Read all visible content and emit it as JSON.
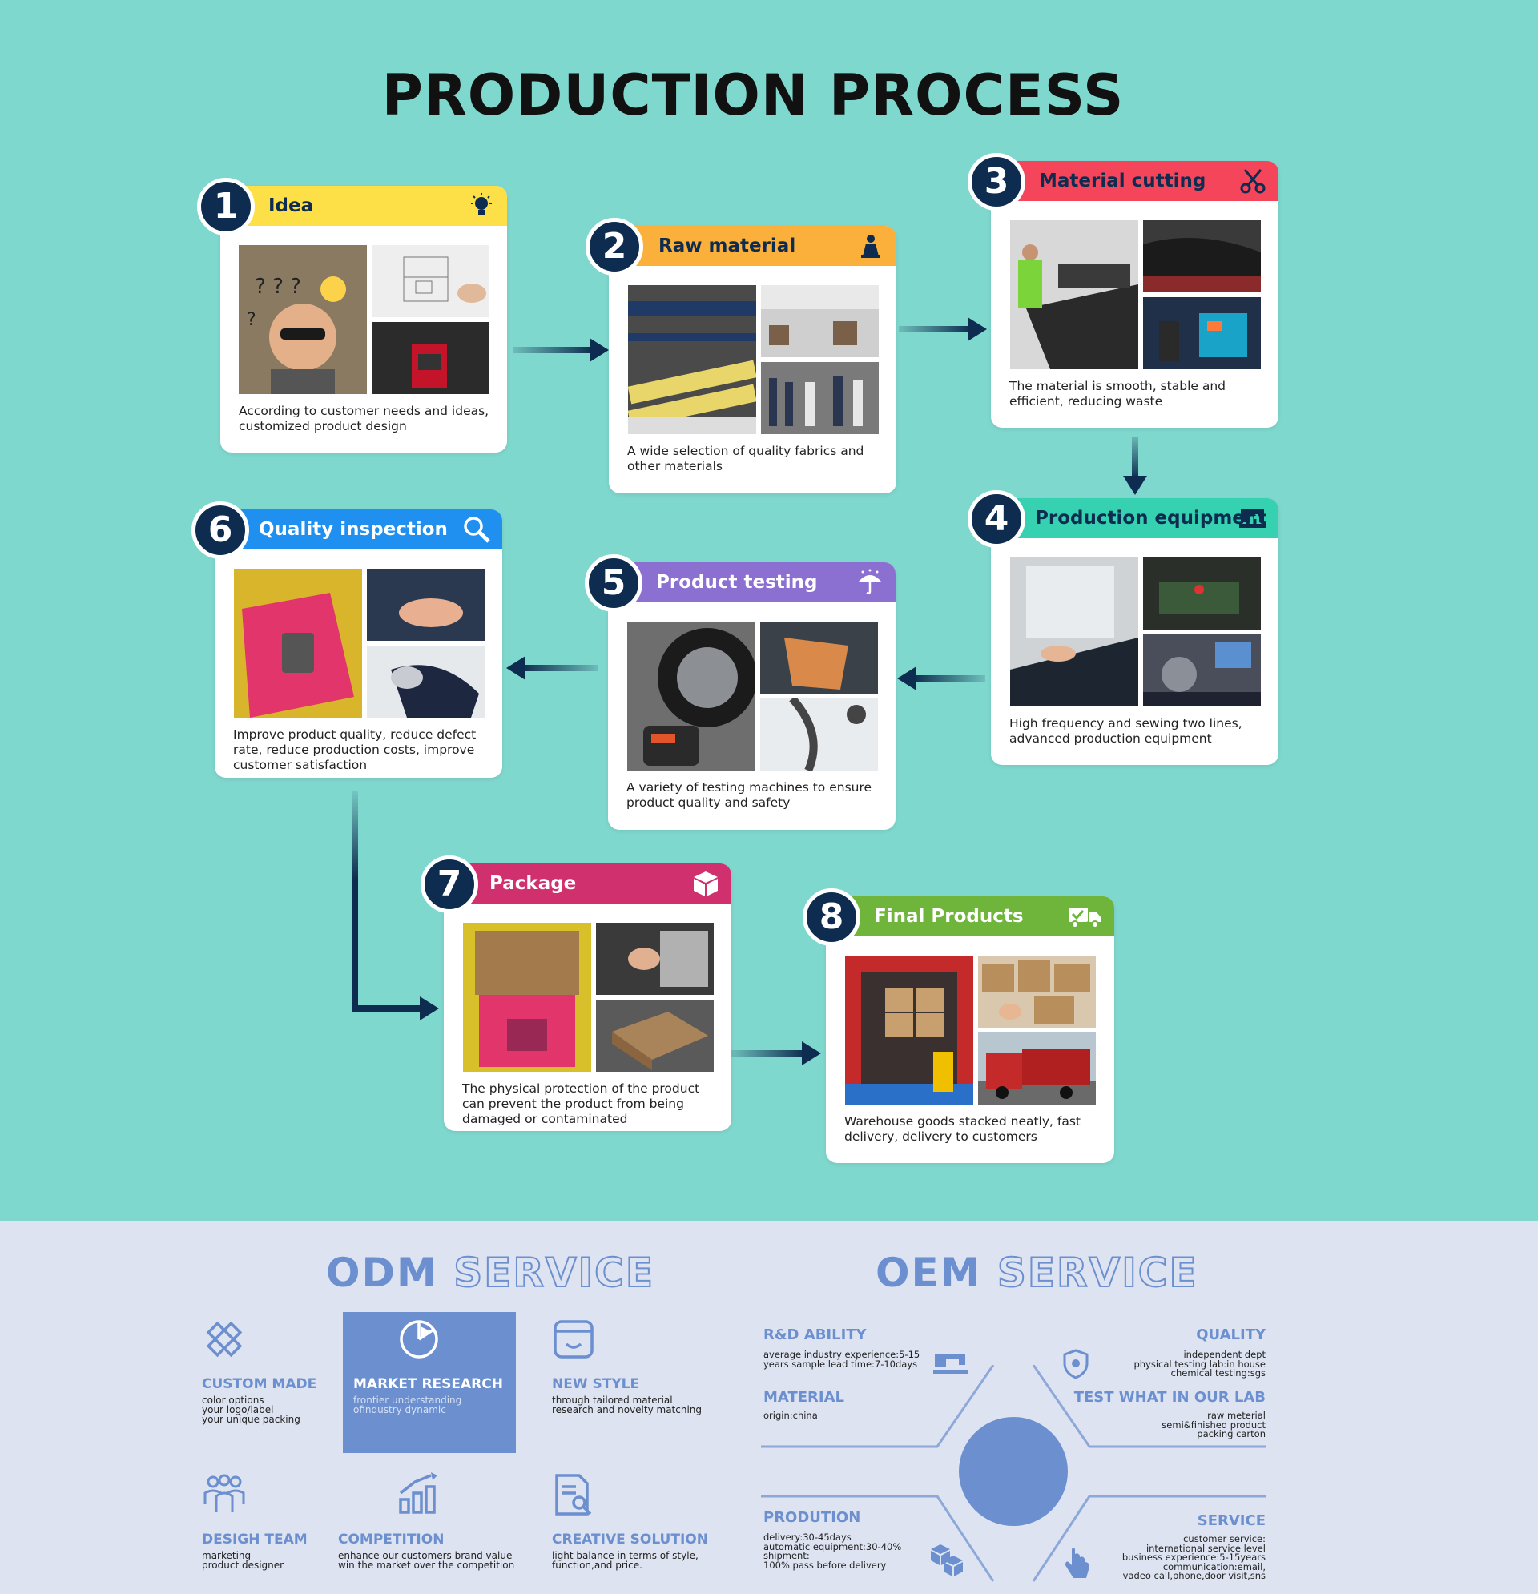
{
  "title": "PRODUCTION PROCESS",
  "colors": {
    "background": "#7fd8ce",
    "badge": "#0d2c4f",
    "idea": "#fde047",
    "raw_material": "#fbb03b",
    "material_cutting": "#f4455a",
    "production_equipment": "#35d1b1",
    "product_testing": "#8b6fd1",
    "quality_inspection": "#1f8ff0",
    "package": "#d0306e",
    "final_products": "#6fb53b",
    "service_accent": "#6b8fcf"
  },
  "steps": [
    {
      "number": "1",
      "title": "Idea",
      "icon": "lightbulb-icon",
      "caption": "According to customer needs and ideas, customized product design"
    },
    {
      "number": "2",
      "title": "Raw material",
      "icon": "material-roll-icon",
      "caption": "A wide selection of quality fabrics and other materials"
    },
    {
      "number": "3",
      "title": "Material cutting",
      "icon": "scissors-icon",
      "caption": "The material is smooth, stable and efficient, reducing waste"
    },
    {
      "number": "4",
      "title": "Production equipment",
      "icon": "sewing-machine-icon",
      "caption": "High frequency and sewing two lines, advanced production equipment"
    },
    {
      "number": "5",
      "title": "Product testing",
      "icon": "umbrella-icon",
      "caption": "A variety of testing machines to ensure product quality and safety"
    },
    {
      "number": "6",
      "title": "Quality inspection",
      "icon": "magnifier-icon",
      "caption": "Improve product quality, reduce defect rate, reduce production costs, improve customer satisfaction"
    },
    {
      "number": "7",
      "title": "Package",
      "icon": "box-icon",
      "caption": "The physical protection of the product can prevent the product from being damaged or contaminated"
    },
    {
      "number": "8",
      "title": "Final Products",
      "icon": "delivery-truck-icon",
      "caption": "Warehouse goods stacked neatly, fast delivery, delivery to customers"
    }
  ],
  "odm": {
    "heading_a": "ODM",
    "heading_b": "SERVICE",
    "items": [
      {
        "title": "CUSTOM MADE",
        "desc": "color options\nyour logo/label\nyour unique packing",
        "icon": "design-tools-icon"
      },
      {
        "title": "MARKET RESEARCH",
        "desc": "frontier understanding\nofindustry dynamic",
        "icon": "pie-chart-icon"
      },
      {
        "title": "NEW STYLE",
        "desc": "through tailored material\nresearch and novelty matching",
        "icon": "browser-window-icon"
      },
      {
        "title": "DESIGH TEAM",
        "desc": "marketing\nproduct designer",
        "icon": "team-icon"
      },
      {
        "title": "COMPETITION",
        "desc": "enhance our customers brand value\nwin the market over the competition",
        "icon": "growth-chart-icon"
      },
      {
        "title": "CREATIVE SOLUTION",
        "desc": "light balance in terms of style,\nfunction,and price.",
        "icon": "document-search-icon"
      }
    ]
  },
  "oem": {
    "heading_a": "OEM",
    "heading_b": "SERVICE",
    "blocks": [
      {
        "title": "R&D ABILITY",
        "desc": "average industry experience:5-15\nyears sample lead time:7-10days"
      },
      {
        "title": "QUALITY",
        "desc": "independent dept\nphysical testing lab:in house\nchemical testing:sgs"
      },
      {
        "title": "MATERIAL",
        "desc": "origin:china"
      },
      {
        "title": "TEST WHAT IN OUR LAB",
        "desc": "raw meterial\nsemi&finished product\npacking carton"
      },
      {
        "title": "PRODUTION",
        "desc": "delivery:30-45days\nautomatic equipment:30-40%\nshipment:\n100% pass before delivery"
      },
      {
        "title": "SERVICE",
        "desc": "customer service:\ninternational service level\nbusiness experience:5-15years\ncommunication:email,\nvadeo call,phone,door visit,sns"
      }
    ]
  }
}
